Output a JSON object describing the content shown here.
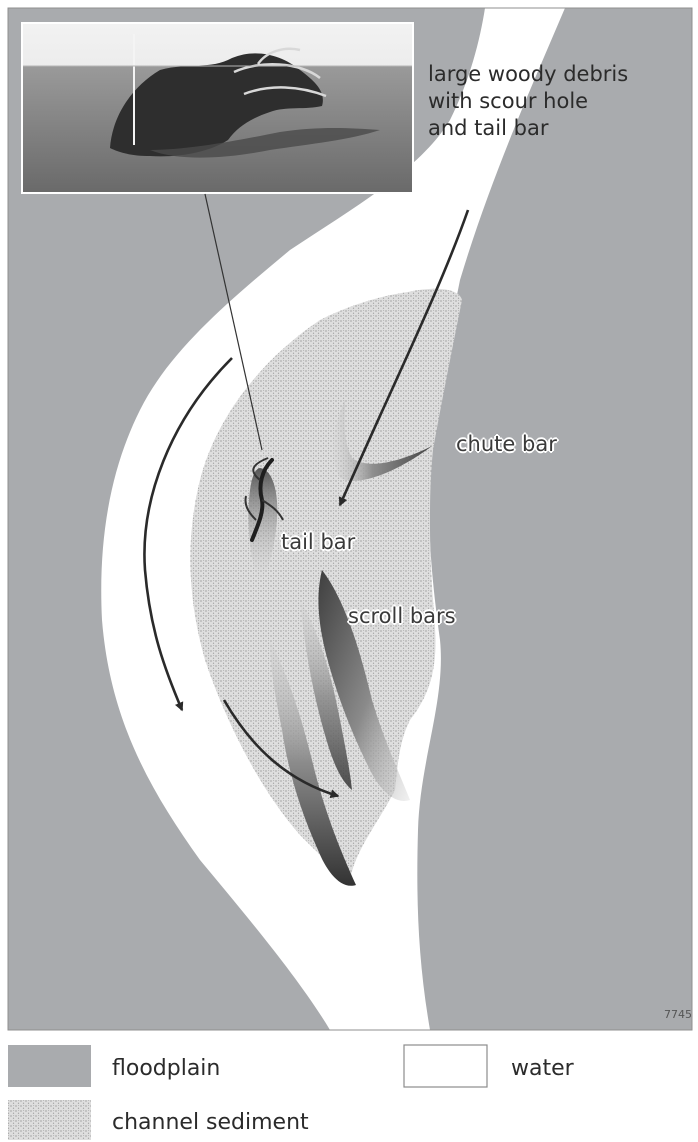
{
  "labels": {
    "photo_caption_1": "large woody debris",
    "photo_caption_2": "with scour hole",
    "photo_caption_3": "and tail bar",
    "chute_bar": "chute bar",
    "tail_bar": "tail bar",
    "scroll_bars": "scroll bars",
    "figure_number": "7745"
  },
  "legend": {
    "floodplain": "floodplain",
    "water": "water",
    "channel_sediment": "channel sediment"
  },
  "colors": {
    "floodplain": "#a9abae",
    "water": "#ffffff",
    "sediment_base": "#dcdcdc",
    "sediment_dot": "#8c8c8c",
    "bar_dark": "#5a5a5a",
    "arrow": "#2a2a2a"
  }
}
